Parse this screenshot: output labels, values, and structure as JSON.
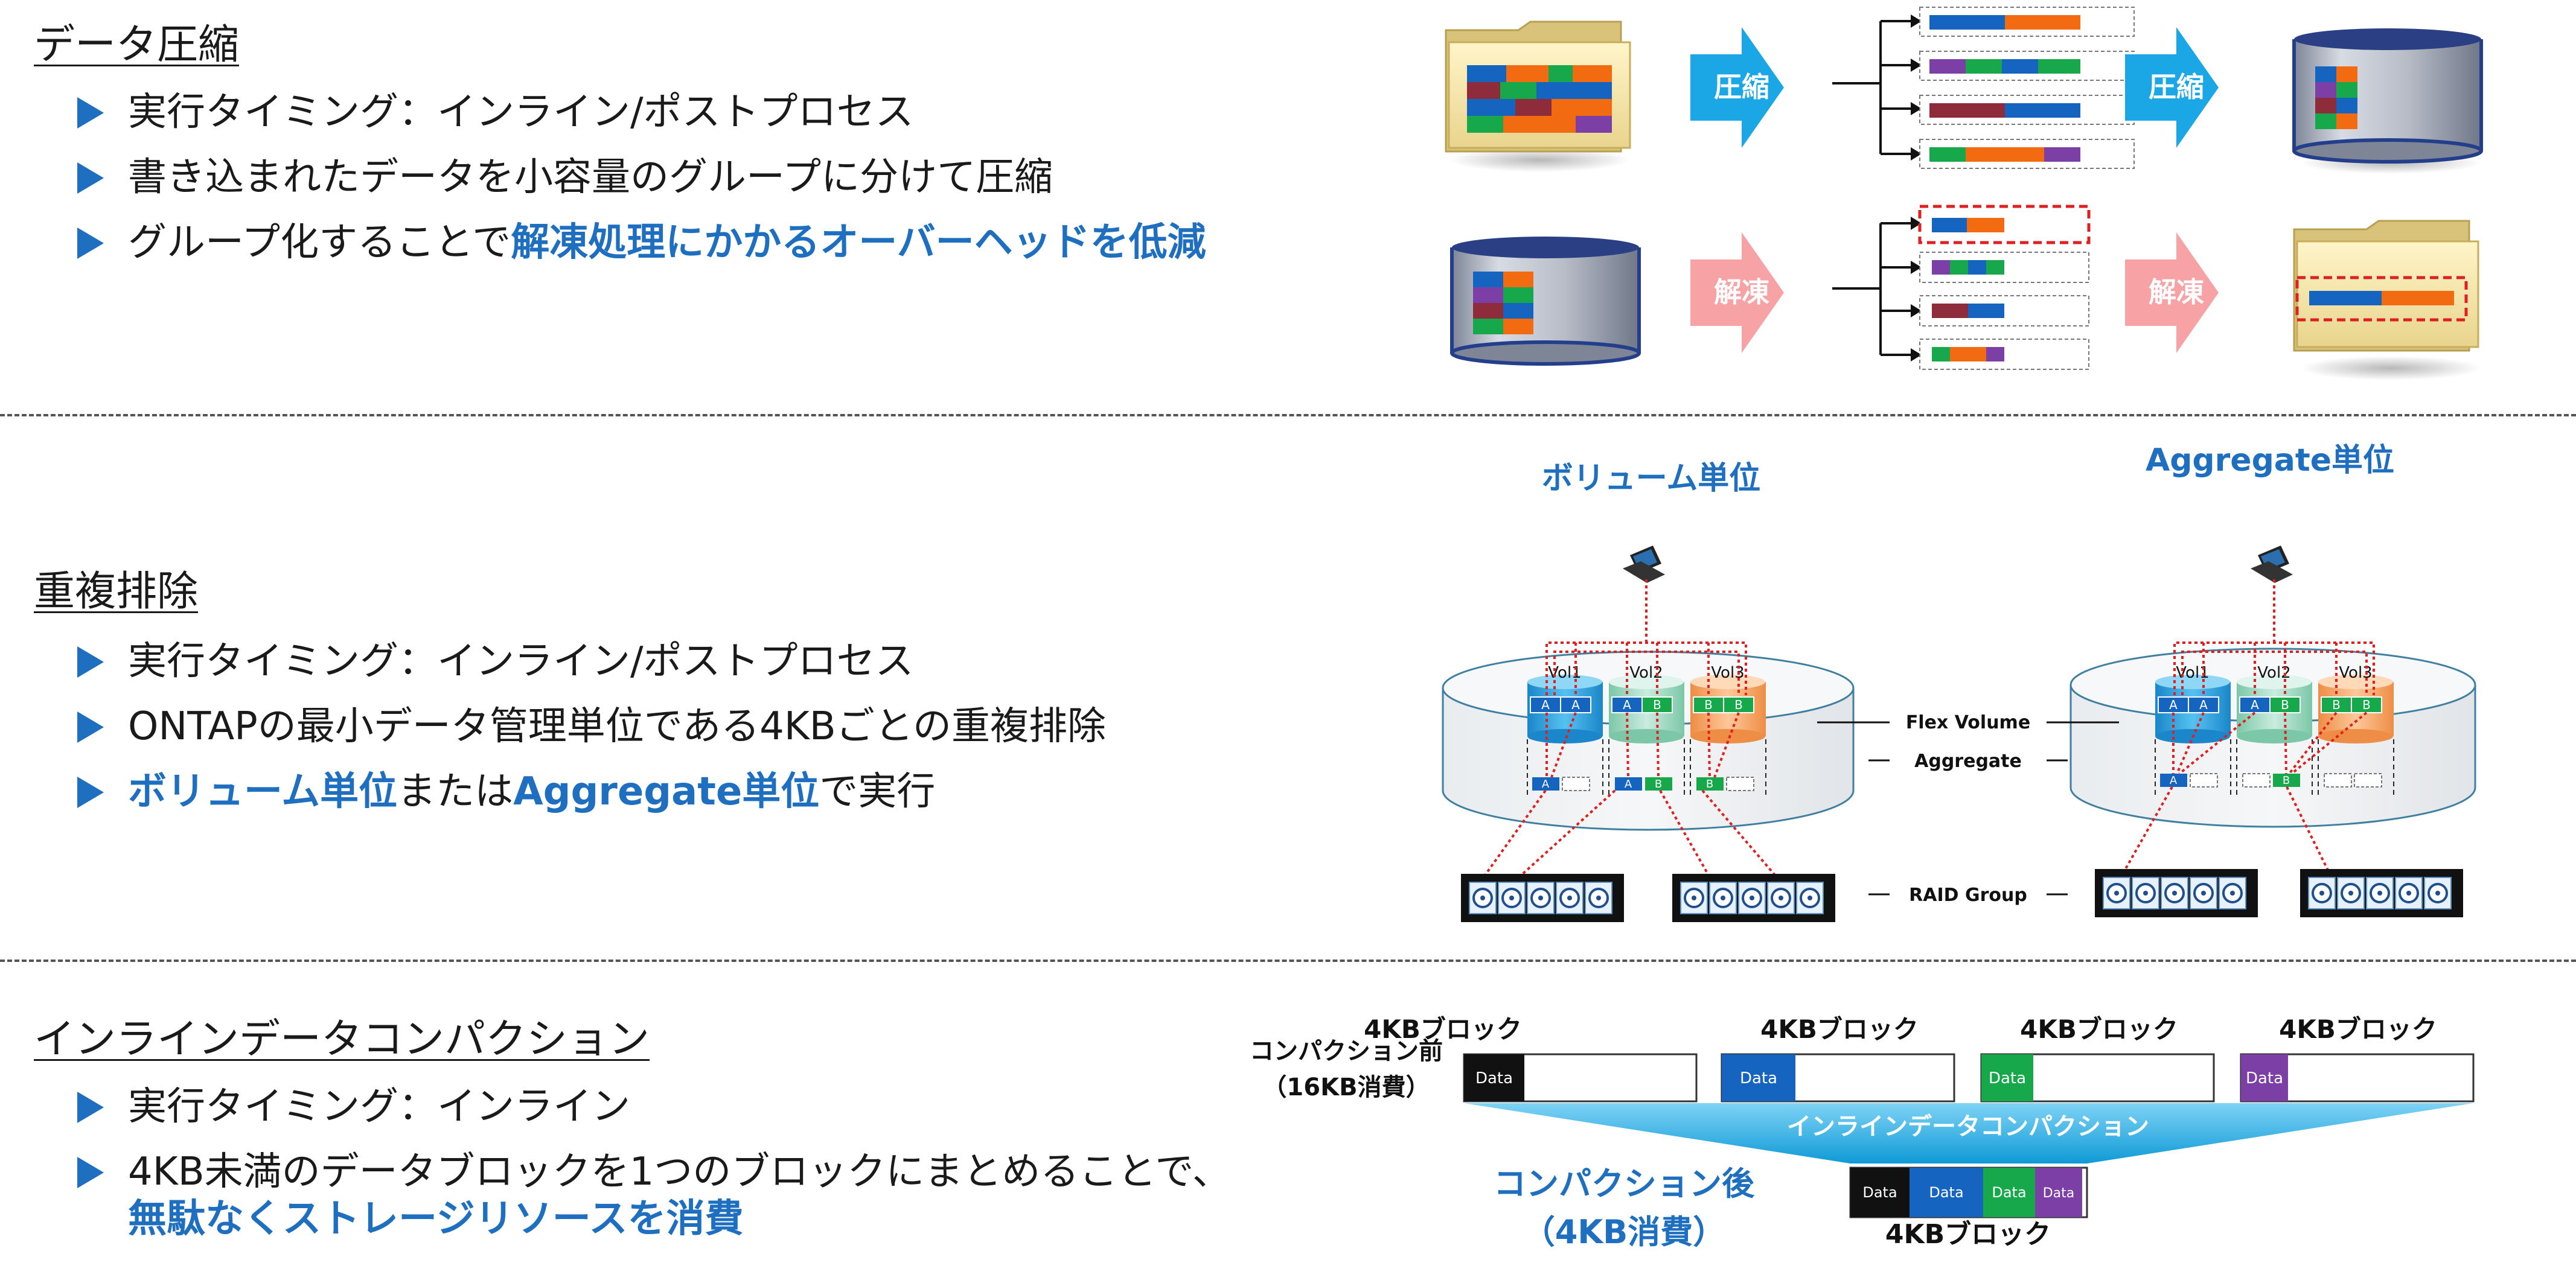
{
  "compression": {
    "title": "データ圧縮",
    "bullets": [
      {
        "pre": "実行タイミング：インライン/ポストプロセス",
        "hl": "",
        "post": ""
      },
      {
        "pre": "書き込まれたデータを小容量のグループに分けて圧縮",
        "hl": "",
        "post": ""
      },
      {
        "pre": "グループ化することで",
        "hl": "解凍処理にかかるオーバーヘッドを低減",
        "post": ""
      }
    ],
    "arrow_compress": "圧縮",
    "arrow_decompress": "解凍"
  },
  "dedupe": {
    "title": "重複排除",
    "bullets": [
      {
        "pre": "実行タイミング：インライン/ポストプロセス",
        "hl": "",
        "post": ""
      },
      {
        "pre": "ONTAPの最小データ管理単位である4KBごとの重複排除",
        "hl": "",
        "post": ""
      }
    ],
    "bullet3": {
      "hl1": "ボリューム単位",
      "mid": "または",
      "hl2": "Aggregate単位",
      "post": "で実行"
    },
    "diagram": {
      "left_title": "ボリューム単位",
      "right_title": "Aggregate単位",
      "vol_labels": [
        "Vol1",
        "Vol2",
        "Vol3"
      ],
      "block_a": "A",
      "block_b": "B",
      "label_flex": "Flex Volume",
      "label_aggr": "Aggregate",
      "label_raid": "RAID Group"
    }
  },
  "compaction": {
    "title": "インラインデータコンパクション",
    "bullet1": "実行タイミング：インライン",
    "bullet2": "4KB未満のデータブロックを1つのブロックにまとめることで、",
    "bullet2_hl": "無駄なくストレージリソースを消費",
    "diagram": {
      "before_label_1": "コンパクション前",
      "before_label_2": "（16KB消費）",
      "block_label": "4KBブロック",
      "data_label": "Data",
      "funnel_label": "インラインデータコンパクション",
      "after_label_1": "コンパクション後",
      "after_label_2": "（4KB消費）",
      "after_block_label": "4KBブロック"
    }
  },
  "colors": {
    "accent_blue": "#1f6fc0",
    "compress_arrow": "#1ba7e6",
    "decompress_arrow": "#f7a3a6",
    "data_black": "#111111",
    "data_blue": "#1565c0",
    "data_green": "#17a84b",
    "data_purple": "#7b3fa6"
  }
}
